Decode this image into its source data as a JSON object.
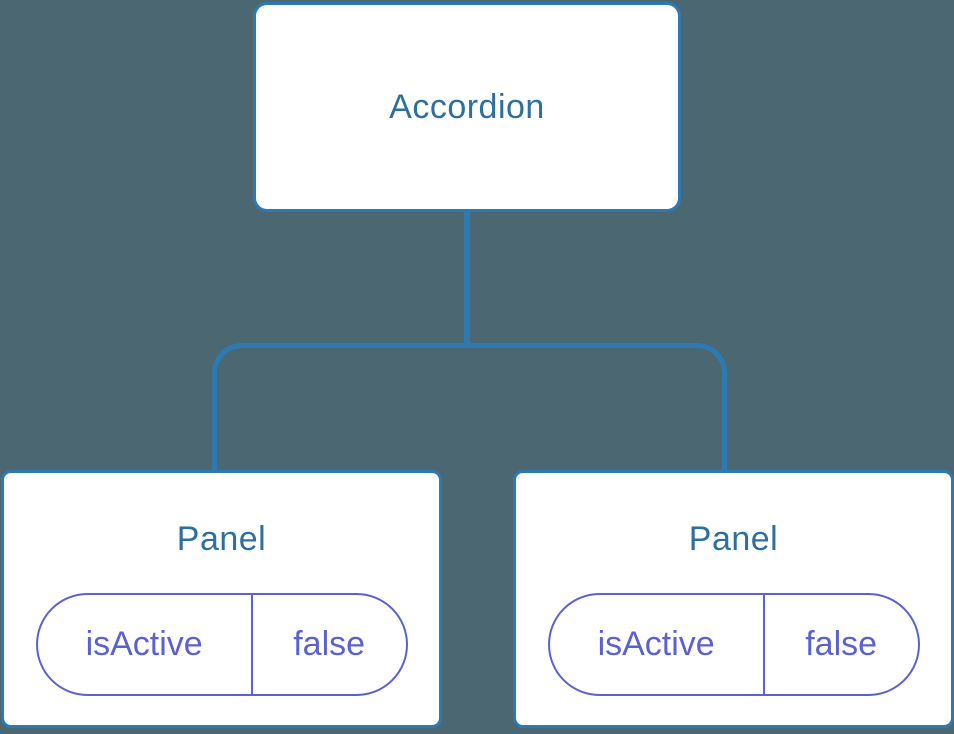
{
  "diagram": {
    "root": {
      "label": "Accordion"
    },
    "children": [
      {
        "label": "Panel",
        "state": {
          "name": "isActive",
          "value": "false"
        }
      },
      {
        "label": "Panel",
        "state": {
          "name": "isActive",
          "value": "false"
        }
      }
    ]
  },
  "colors": {
    "background": "#4B6872",
    "connector": "#2D7AB2",
    "node_border": "#2D7AB2",
    "node_fill": "#FFFFFF",
    "node_label": "#2F6F9E",
    "state_accent": "#5C61D1"
  }
}
